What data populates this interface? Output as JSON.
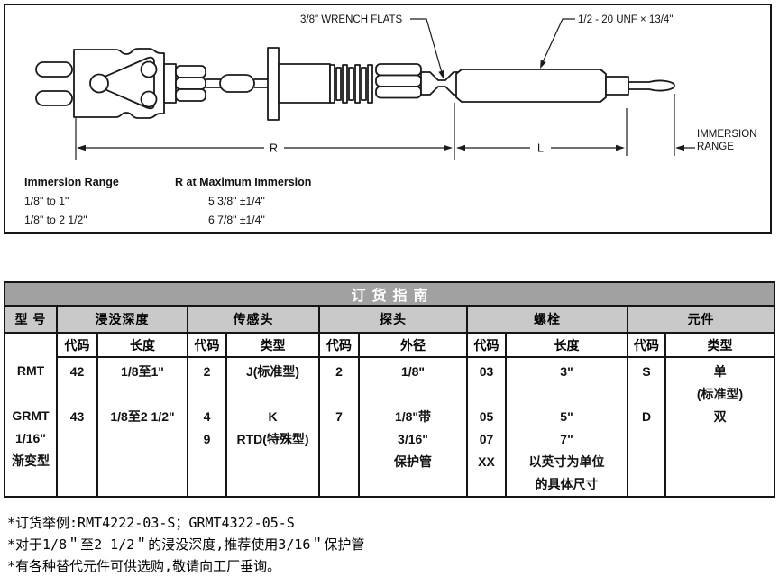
{
  "diagram": {
    "callouts": {
      "wrench_flats": "3/8\" WRENCH FLATS",
      "thread_spec": "1/2 - 20 UNF × 13/4\"",
      "dim_r_label": "R",
      "dim_l_label": "L",
      "immersion_label_line1": "IMMERSION",
      "immersion_label_line2": "RANGE"
    },
    "immersion_table": {
      "range_header": "Immersion Range",
      "r_header": "R at Maximum Immersion",
      "rows": [
        {
          "range": "1/8\" to 1\"",
          "r_value": "5 3/8\" ±1/4\""
        },
        {
          "range": "1/8\" to 2 1/2\"",
          "r_value": "6 7/8\" ±1/4\""
        }
      ]
    }
  },
  "order_table": {
    "title": "订货指南",
    "model_header": "型 号",
    "groups": [
      {
        "label": "浸没深度",
        "sub1": "代码",
        "sub2": "长度"
      },
      {
        "label": "传感头",
        "sub1": "代码",
        "sub2": "类型"
      },
      {
        "label": "探头",
        "sub1": "代码",
        "sub2": "外径"
      },
      {
        "label": "螺栓",
        "sub1": "代码",
        "sub2": "长度"
      },
      {
        "label": "元件",
        "sub1": "代码",
        "sub2": "类型"
      }
    ],
    "columns": {
      "model": [
        "RMT",
        "",
        "GRMT",
        "1/16\"",
        "渐变型",
        ""
      ],
      "immersion_code": [
        "42",
        "",
        "43",
        "",
        "",
        ""
      ],
      "immersion_length": [
        "1/8至1\"",
        "",
        "1/8至2 1/2\"",
        "",
        "",
        ""
      ],
      "sensor_code": [
        "2",
        "",
        "4",
        "9",
        "",
        ""
      ],
      "sensor_type": [
        "J(标准型)",
        "",
        "K",
        "RTD(特殊型)",
        "",
        ""
      ],
      "probe_code": [
        "2",
        "",
        "7",
        "",
        "",
        ""
      ],
      "probe_od": [
        "1/8\"",
        "",
        "1/8\"带",
        "3/16\"",
        "保护管",
        ""
      ],
      "bolt_code": [
        "03",
        "",
        "05",
        "07",
        "XX",
        ""
      ],
      "bolt_length": [
        "3\"",
        "",
        "5\"",
        "7\"",
        "以英寸为单位",
        "的具体尺寸"
      ],
      "element_code": [
        "S",
        "",
        "D",
        "",
        "",
        ""
      ],
      "element_type": [
        "单",
        "(标准型)",
        "双",
        "",
        "",
        ""
      ]
    }
  },
  "notes": [
    "*订货举例:RMT4222-03-S；GRMT4322-05-S",
    "*对于1/8＂至2 1/2＂的浸没深度,推荐使用3/16＂保护管",
    "*有各种替代元件可供选购,敬请向工厂垂询。"
  ],
  "colors": {
    "title_bar": "#a1a1a1",
    "header_row": "#c9c9c9",
    "line": "#151515"
  }
}
